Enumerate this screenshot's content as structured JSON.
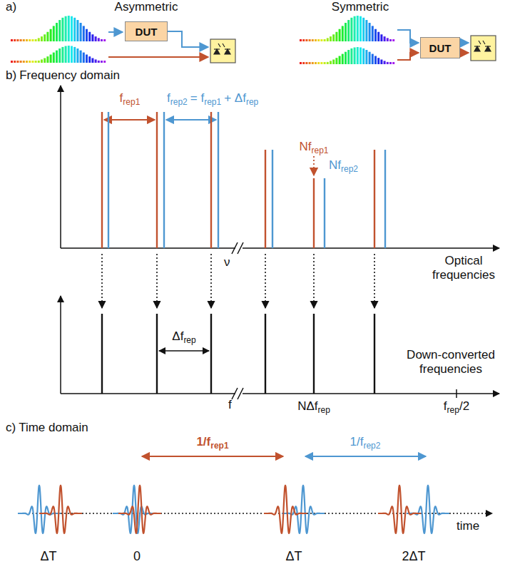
{
  "diagram": {
    "nodes": [
      {
        "text": [
          "DUT"
        ]
      },
      {
        "text": [
          "DUT"
        ]
      }
    ],
    "labels": [
      "a)",
      "Asymmetric",
      "Symmetric",
      "b)",
      "Frequency domain",
      "f",
      "rep1",
      "f",
      "rep2",
      "= f",
      "rep1",
      "+ Δf",
      "rep",
      "Nf",
      "rep1",
      "Nf",
      "rep2",
      "Optical frequencies",
      "ν",
      "Δf",
      "rep",
      "Down-converted frequencies",
      "f",
      "NΔf",
      "rep",
      "f",
      "rep",
      "/2",
      "c)",
      "Time domain",
      "1/f",
      "rep1",
      "1/f",
      "rep2",
      "ΔT",
      "0",
      "ΔT",
      "2ΔT",
      "time"
    ]
  }
}
